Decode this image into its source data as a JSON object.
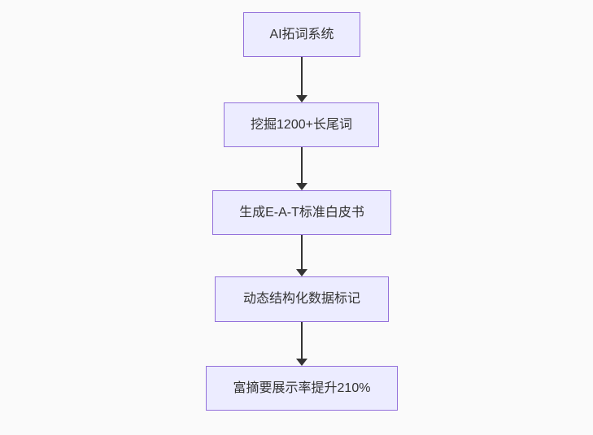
{
  "diagram": {
    "type": "flowchart",
    "direction": "top-down",
    "theme": {
      "background": "#fafafa",
      "node_fill": "#ececff",
      "node_border": "#9370db",
      "node_text_color": "#333333",
      "arrow_color": "#333333"
    },
    "nodes": [
      {
        "label": "AI拓词系统"
      },
      {
        "label": "挖掘1200+长尾词"
      },
      {
        "label": "生成E-A-T标准白皮书"
      },
      {
        "label": "动态结构化数据标记"
      },
      {
        "label": "富摘要展示率提升210%"
      }
    ],
    "edges": [
      {
        "from": 0,
        "to": 1
      },
      {
        "from": 1,
        "to": 2
      },
      {
        "from": 2,
        "to": 3
      },
      {
        "from": 3,
        "to": 4
      }
    ]
  }
}
